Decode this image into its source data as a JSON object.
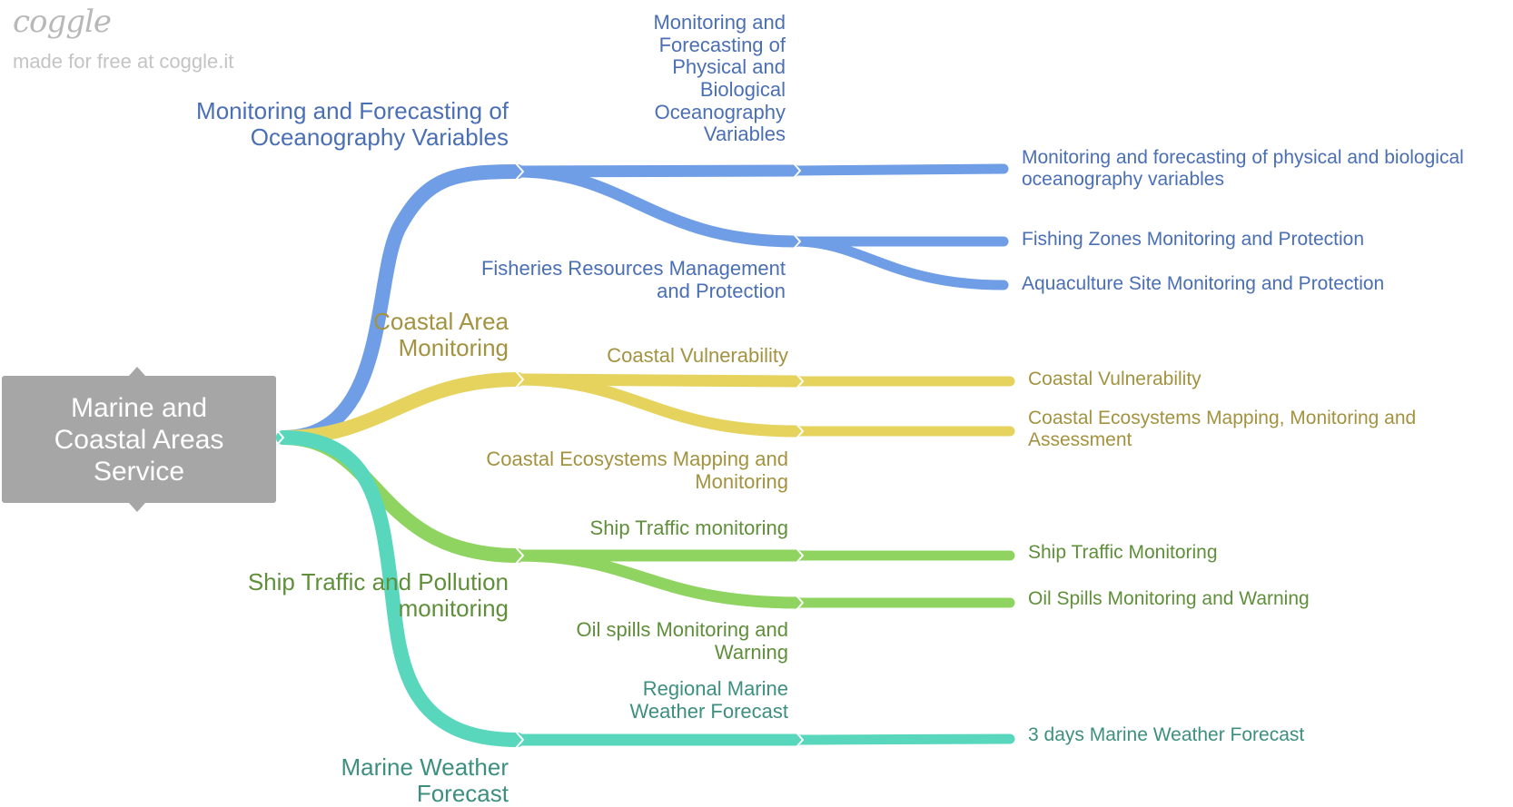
{
  "brand": {
    "logo_text": "coggle",
    "tagline": "made for free at coggle.it"
  },
  "root": {
    "label": "Marine and Coastal Areas Service"
  },
  "colors": {
    "ocean": "#6f9ee6",
    "coastal": "#e6d35e",
    "ship": "#8fd460",
    "weather": "#58d7bd",
    "ocean_text": "#4a6fb5",
    "coastal_text": "#a39340",
    "ship_text": "#5f8f3a",
    "weather_text": "#3d8f80",
    "root_bg": "#a6a6a6"
  },
  "branches": [
    {
      "label": "Monitoring and Forecasting of Oceanography Variables",
      "children": [
        {
          "label": "Monitoring and Forecasting of Physical and Biological Oceanography Variables",
          "leaves": [
            "Monitoring and forecasting of physical and biological oceanography variables"
          ]
        },
        {
          "label": "Fisheries Resources Management and Protection",
          "leaves": [
            "Fishing Zones Monitoring and Protection",
            "Aquaculture Site Monitoring and Protection"
          ]
        }
      ]
    },
    {
      "label": "Coastal Area Monitoring",
      "children": [
        {
          "label": "Coastal Vulnerability",
          "leaves": [
            "Coastal Vulnerability"
          ]
        },
        {
          "label": "Coastal Ecosystems Mapping and Monitoring",
          "leaves": [
            "Coastal Ecosystems Mapping, Monitoring and Assessment"
          ]
        }
      ]
    },
    {
      "label": "Ship Traffic and Pollution monitoring",
      "children": [
        {
          "label": "Ship Traffic monitoring",
          "leaves": [
            "Ship Traffic Monitoring"
          ]
        },
        {
          "label": "Oil spills Monitoring and Warning",
          "leaves": [
            "Oil Spills Monitoring and Warning"
          ]
        }
      ]
    },
    {
      "label": "Marine Weather Forecast",
      "children": [
        {
          "label": "Regional Marine Weather Forecast",
          "leaves": [
            "3 days Marine Weather Forecast"
          ]
        }
      ]
    }
  ]
}
